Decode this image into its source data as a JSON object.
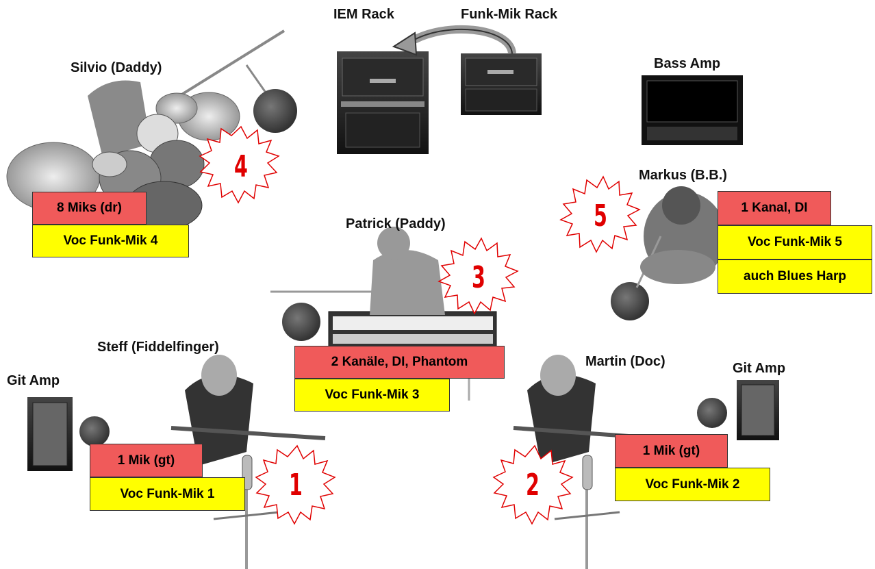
{
  "racks": {
    "iem": "IEM Rack",
    "funk": "Funk-Mik Rack"
  },
  "bass_amp": "Bass Amp",
  "git_amp_left": "Git Amp",
  "git_amp_right": "Git Amp",
  "performers": [
    {
      "name": "Silvio (Daddy)",
      "number": "4",
      "box1": "8 Miks (dr)",
      "box2": "Voc Funk-Mik 4"
    },
    {
      "name": "Patrick (Paddy)",
      "number": "3",
      "box1": "2 Kanäle, DI, Phantom",
      "box2": "Voc Funk-Mik 3"
    },
    {
      "name": "Markus (B.B.)",
      "number": "5",
      "box1": "1 Kanal, DI",
      "box2": "Voc Funk-Mik 5",
      "box3": "auch Blues Harp"
    },
    {
      "name": "Steff (Fiddelfinger)",
      "number": "1",
      "box1": "1 Mik (gt)",
      "box2": "Voc Funk-Mik 1"
    },
    {
      "name": "Martin (Doc)",
      "number": "2",
      "box1": "1 Mik (gt)",
      "box2": "Voc Funk-Mik 2"
    }
  ],
  "colors": {
    "red_box": "#f05a5a",
    "yellow_box": "#ffff00",
    "star_number": "#e00000"
  }
}
